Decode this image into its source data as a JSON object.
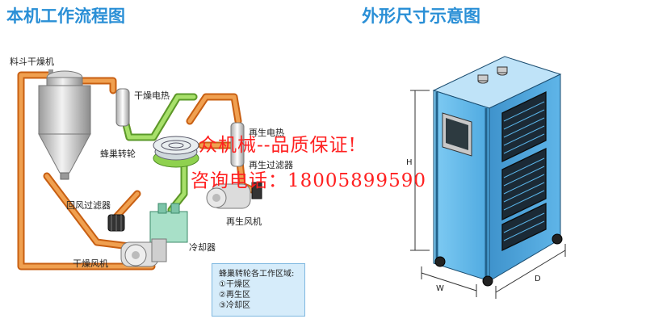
{
  "flow_title": "本机工作流程图",
  "dims_title": "外形尺寸示意图",
  "components": {
    "hopper_dryer": "料斗干燥机",
    "dry_heater": "干燥电热",
    "honeycomb_rotor": "蜂巢转轮",
    "regen_heater": "再生电热",
    "regen_filter": "再生过滤器",
    "return_filter": "回风过滤器",
    "regen_blower": "再生风机",
    "cooler": "冷却器",
    "dry_blower": "干燥风机"
  },
  "legend": {
    "heading": "蜂巢转轮各工作区域:",
    "items": [
      "①干燥区",
      "②再生区",
      "③冷却区"
    ]
  },
  "dimension_labels": {
    "height": "H",
    "width": "W",
    "depth": "D"
  },
  "watermark": {
    "line1": "众机械--品质保证!",
    "line2": "咨询电话：18005899590"
  },
  "colors": {
    "title": "#2a8fd6",
    "pipe_hot": "#e07a2a",
    "pipe_dry": "#8fd14f",
    "cabinet": "#5ab4e8",
    "watermark": "#ff2020"
  }
}
